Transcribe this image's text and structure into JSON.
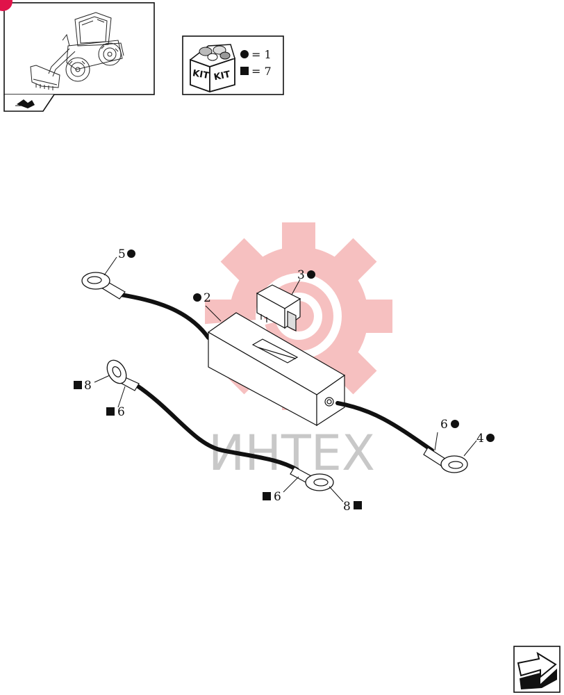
{
  "header": {
    "badge_color": "#e0134a",
    "thumbnail_icon": "wheel-loader-icon",
    "section_icon": "section-arrow-icon"
  },
  "kit": {
    "box_labels": [
      "KIT",
      "KIT"
    ],
    "legend": [
      {
        "symbol": "circle",
        "text": "= 1"
      },
      {
        "symbol": "square",
        "text": "= 7"
      }
    ]
  },
  "callouts": [
    {
      "id": "c5",
      "number": "5",
      "symbol": "circle"
    },
    {
      "id": "c3",
      "number": "3",
      "symbol": "circle"
    },
    {
      "id": "c2",
      "number": "2",
      "symbol": "circle"
    },
    {
      "id": "c8a",
      "number": "8",
      "symbol": "square"
    },
    {
      "id": "c6a",
      "number": "6",
      "symbol": "square"
    },
    {
      "id": "c6b",
      "number": "6",
      "symbol": "circle"
    },
    {
      "id": "c4",
      "number": "4",
      "symbol": "circle"
    },
    {
      "id": "c6c",
      "number": "6",
      "symbol": "square"
    },
    {
      "id": "c8b",
      "number": "8",
      "symbol": "square"
    }
  ],
  "watermark": {
    "text": "ИНТЕХ",
    "color": "#f4b6b6"
  },
  "footer": {
    "nav_icon": "next-page-arrow-icon"
  }
}
